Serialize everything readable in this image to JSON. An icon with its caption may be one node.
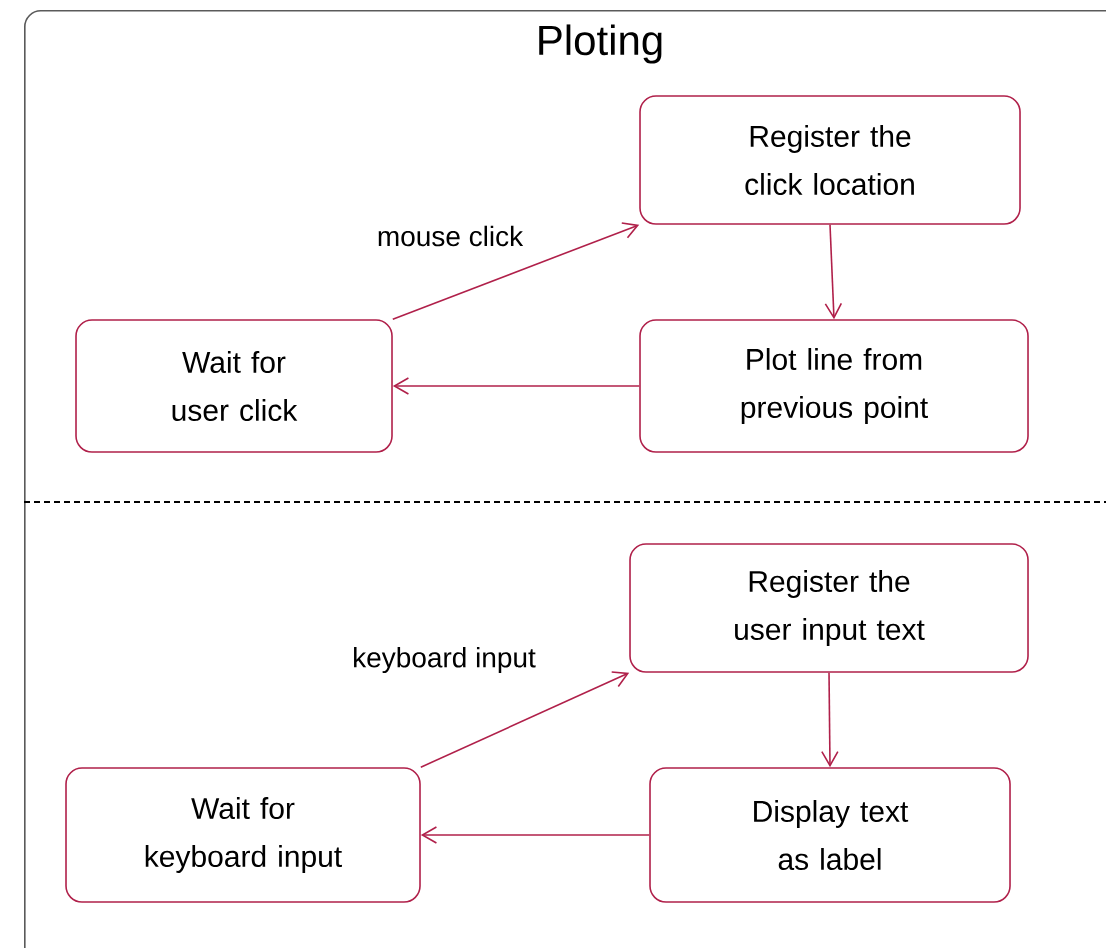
{
  "diagram": {
    "nodes": [
      {
        "text": [
          "Ploting"
        ]
      },
      {
        "text": [
          "Register the click location"
        ],
        "in": 0
      },
      {
        "text": [
          "Wait for user click"
        ],
        "in": 0
      },
      {
        "text": [
          "Plot line from previous point"
        ],
        "in": 0
      },
      {
        "text": [
          "Register the user input text"
        ],
        "in": 0
      },
      {
        "text": [
          "Wait for keyboard input"
        ],
        "in": 0
      },
      {
        "text": [
          "Display text as label"
        ],
        "in": 0
      }
    ],
    "edges": [
      {
        "from": 2,
        "to": 1,
        "arrow": "to",
        "label": "mouse click"
      },
      {
        "from": 1,
        "to": 3,
        "arrow": "to"
      },
      {
        "from": 3,
        "to": 2,
        "arrow": "to"
      },
      {
        "from": 5,
        "to": 4,
        "arrow": "to",
        "label": "keyboard input"
      },
      {
        "from": 4,
        "to": 6,
        "arrow": "to"
      },
      {
        "from": 6,
        "to": 5,
        "arrow": "to"
      }
    ]
  }
}
